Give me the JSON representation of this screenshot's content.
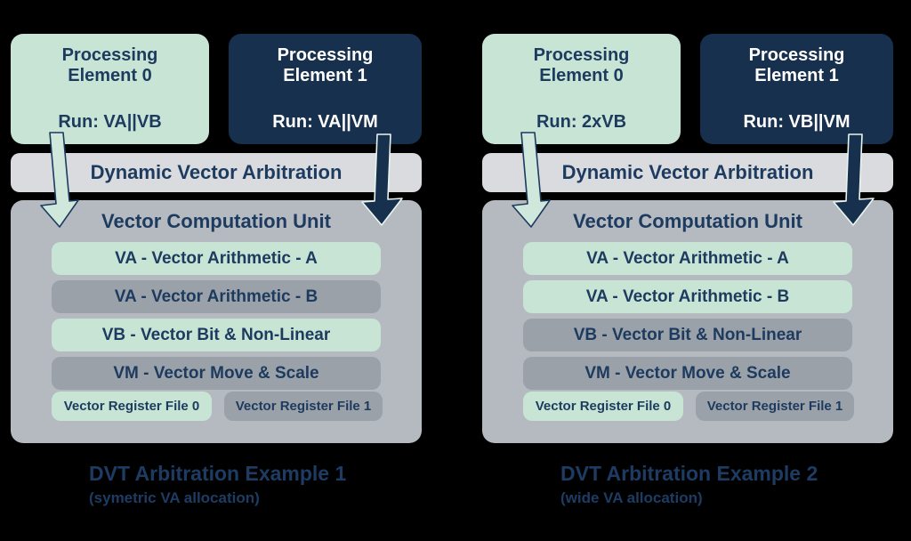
{
  "colors": {
    "background": "#000000",
    "green": "#c8e4d4",
    "navy": "#16304e",
    "arbitration_gray": "#d9dbde",
    "unit_gray": "#b5bac0",
    "row_gray": "#9aa1a8",
    "text_navy": "#1d3a5f",
    "text_white": "#ffffff"
  },
  "diagrams": [
    {
      "pe0": {
        "line1": "Processing",
        "line2": "Element 0",
        "run": "Run: VA||VB"
      },
      "pe1": {
        "line1": "Processing",
        "line2": "Element 1",
        "run": "Run: VA||VM"
      },
      "arbitration_label": "Dynamic Vector Arbitration",
      "vcu": {
        "title": "Vector Computation Unit",
        "rows": [
          {
            "label": "VA - Vector Arithmetic - A",
            "variant": "green"
          },
          {
            "label": "VA - Vector Arithmetic - B",
            "variant": "gray"
          },
          {
            "label": "VB - Vector Bit & Non-Linear",
            "variant": "green"
          },
          {
            "label": "VM - Vector Move & Scale",
            "variant": "gray"
          }
        ],
        "register_files": [
          {
            "label": "Vector Register File 0",
            "variant": "green"
          },
          {
            "label": "Vector Register File 1",
            "variant": "gray"
          }
        ]
      },
      "caption": {
        "title": "DVT Arbitration Example 1",
        "subtitle": "(symetric VA allocation)"
      }
    },
    {
      "pe0": {
        "line1": "Processing",
        "line2": "Element 0",
        "run": "Run: 2xVB"
      },
      "pe1": {
        "line1": "Processing",
        "line2": "Element 1",
        "run": "Run: VB||VM"
      },
      "arbitration_label": "Dynamic Vector Arbitration",
      "vcu": {
        "title": "Vector Computation Unit",
        "rows": [
          {
            "label": "VA - Vector Arithmetic - A",
            "variant": "green"
          },
          {
            "label": "VA - Vector Arithmetic - B",
            "variant": "green"
          },
          {
            "label": "VB - Vector Bit & Non-Linear",
            "variant": "gray"
          },
          {
            "label": "VM - Vector Move & Scale",
            "variant": "gray"
          }
        ],
        "register_files": [
          {
            "label": "Vector Register File 0",
            "variant": "green"
          },
          {
            "label": "Vector Register File 1",
            "variant": "gray"
          }
        ]
      },
      "caption": {
        "title": "DVT Arbitration Example 2",
        "subtitle": "(wide VA allocation)"
      }
    }
  ]
}
